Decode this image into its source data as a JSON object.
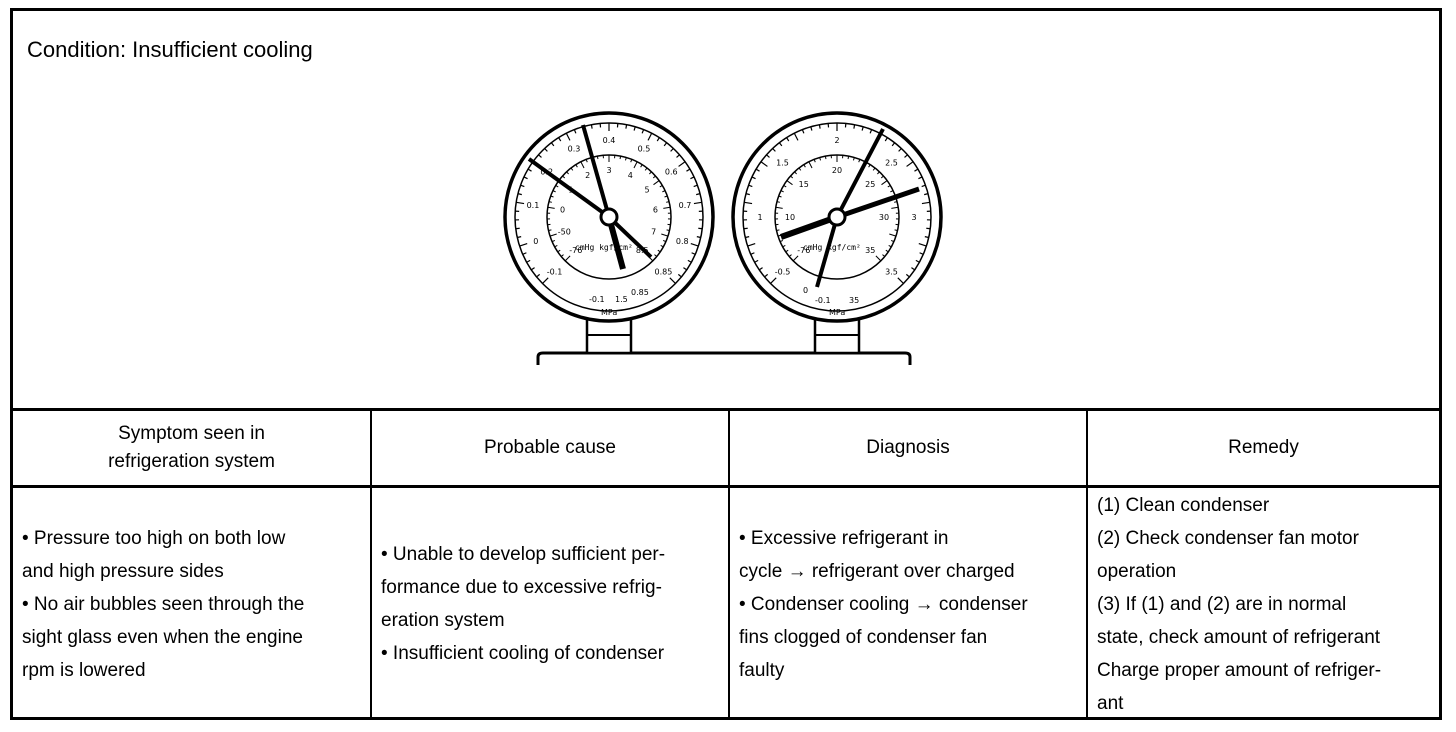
{
  "condition": "Condition: Insufficient cooling",
  "gauges": {
    "low": {
      "outer_ticks": [
        "-0.1",
        "0",
        "0.1",
        "0.2",
        "0.3",
        "0.4",
        "0.5",
        "0.6",
        "0.7",
        "0.8",
        "0.85"
      ],
      "inner_ticks": [
        "-76",
        "-50",
        "0",
        "1",
        "2",
        "3",
        "4",
        "5",
        "6",
        "7",
        "8.5"
      ],
      "unit_label": "cmHg  kgf/cm²",
      "bottom_labels": [
        "-0.1",
        "1.5",
        "0.85"
      ],
      "unit": "MPa"
    },
    "high": {
      "outer_ticks": [
        "-0.5",
        "1",
        "1.5",
        "2",
        "2.5",
        "3",
        "3.5"
      ],
      "inner_ticks": [
        "-76",
        "10",
        "15",
        "20",
        "25",
        "30",
        "35"
      ],
      "unit_label": "cmHg   kgf/cm²",
      "bottom_labels": [
        "0",
        "-0.1",
        "35"
      ],
      "unit": "MPa"
    }
  },
  "table": {
    "headers": [
      "Symptom seen in\nrefrigeration system",
      "Probable cause",
      "Diagnosis",
      "Remedy"
    ],
    "symptom": [
      "• Pressure too high on both low",
      "and high pressure sides",
      "• No air bubbles seen through the",
      "sight glass even when the engine",
      "rpm is lowered"
    ],
    "cause": [
      "• Unable to develop sufficient per-",
      "formance due to excessive refrig-",
      "eration system",
      "• Insufficient cooling of condenser"
    ],
    "diagnosis": [
      "• Excessive refrigerant in",
      "cycle → refrigerant over charged",
      "• Condenser cooling → condenser",
      "fins clogged of condenser fan",
      "faulty"
    ],
    "remedy": [
      "(1) Clean condenser",
      "(2) Check condenser fan motor",
      "operation",
      "(3) If (1) and (2) are in normal",
      "state, check amount of refrigerant",
      "Charge proper amount of refriger-",
      "ant"
    ]
  }
}
